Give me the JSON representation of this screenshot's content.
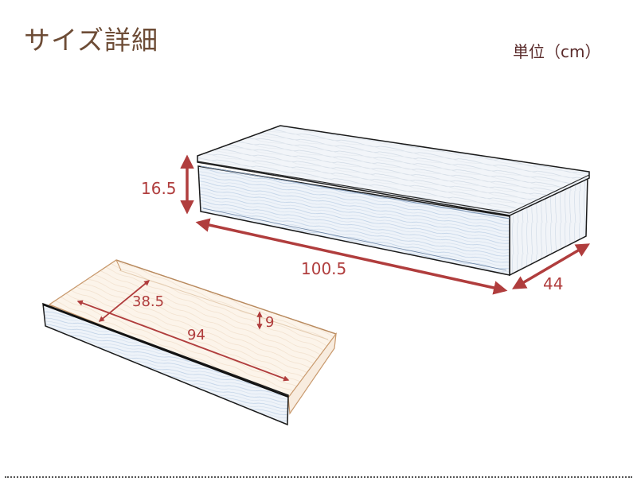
{
  "header": {
    "title": "サイズ詳細",
    "unit_label": "単位（cm）"
  },
  "colors": {
    "title": "#6d4c36",
    "unit": "#5a2b2b",
    "dimension_arrow": "#b03d3d",
    "outline": "#1a1a1a",
    "wood_blue_tint": "#dbe6f2",
    "drawer_inner": "#fbf1e6"
  },
  "storage_box": {
    "name": "storage-box",
    "dimensions": {
      "height": "16.5",
      "width": "100.5",
      "depth": "44"
    }
  },
  "drawer": {
    "name": "drawer",
    "dimensions": {
      "inner_depth": "38.5",
      "inner_width": "94",
      "inner_height": "9"
    }
  }
}
